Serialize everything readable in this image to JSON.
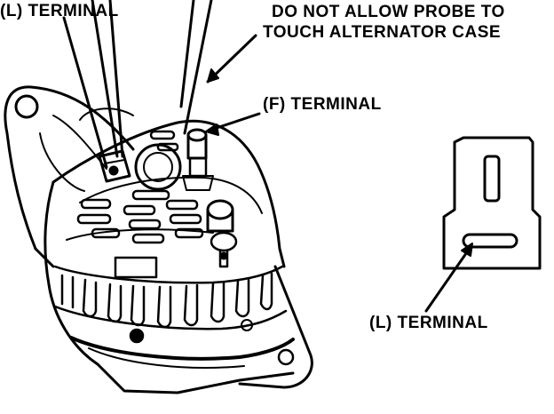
{
  "labels": {
    "l_terminal_top": "(L) TERMINAL",
    "warning_line1": "DO NOT ALLOW PROBE TO",
    "warning_line2": "TOUCH ALTERNATOR CASE",
    "f_terminal": "(F) TERMINAL",
    "l_terminal_connector": "(L) TERMINAL"
  },
  "colors": {
    "ink": "#000000",
    "paper": "#ffffff"
  }
}
